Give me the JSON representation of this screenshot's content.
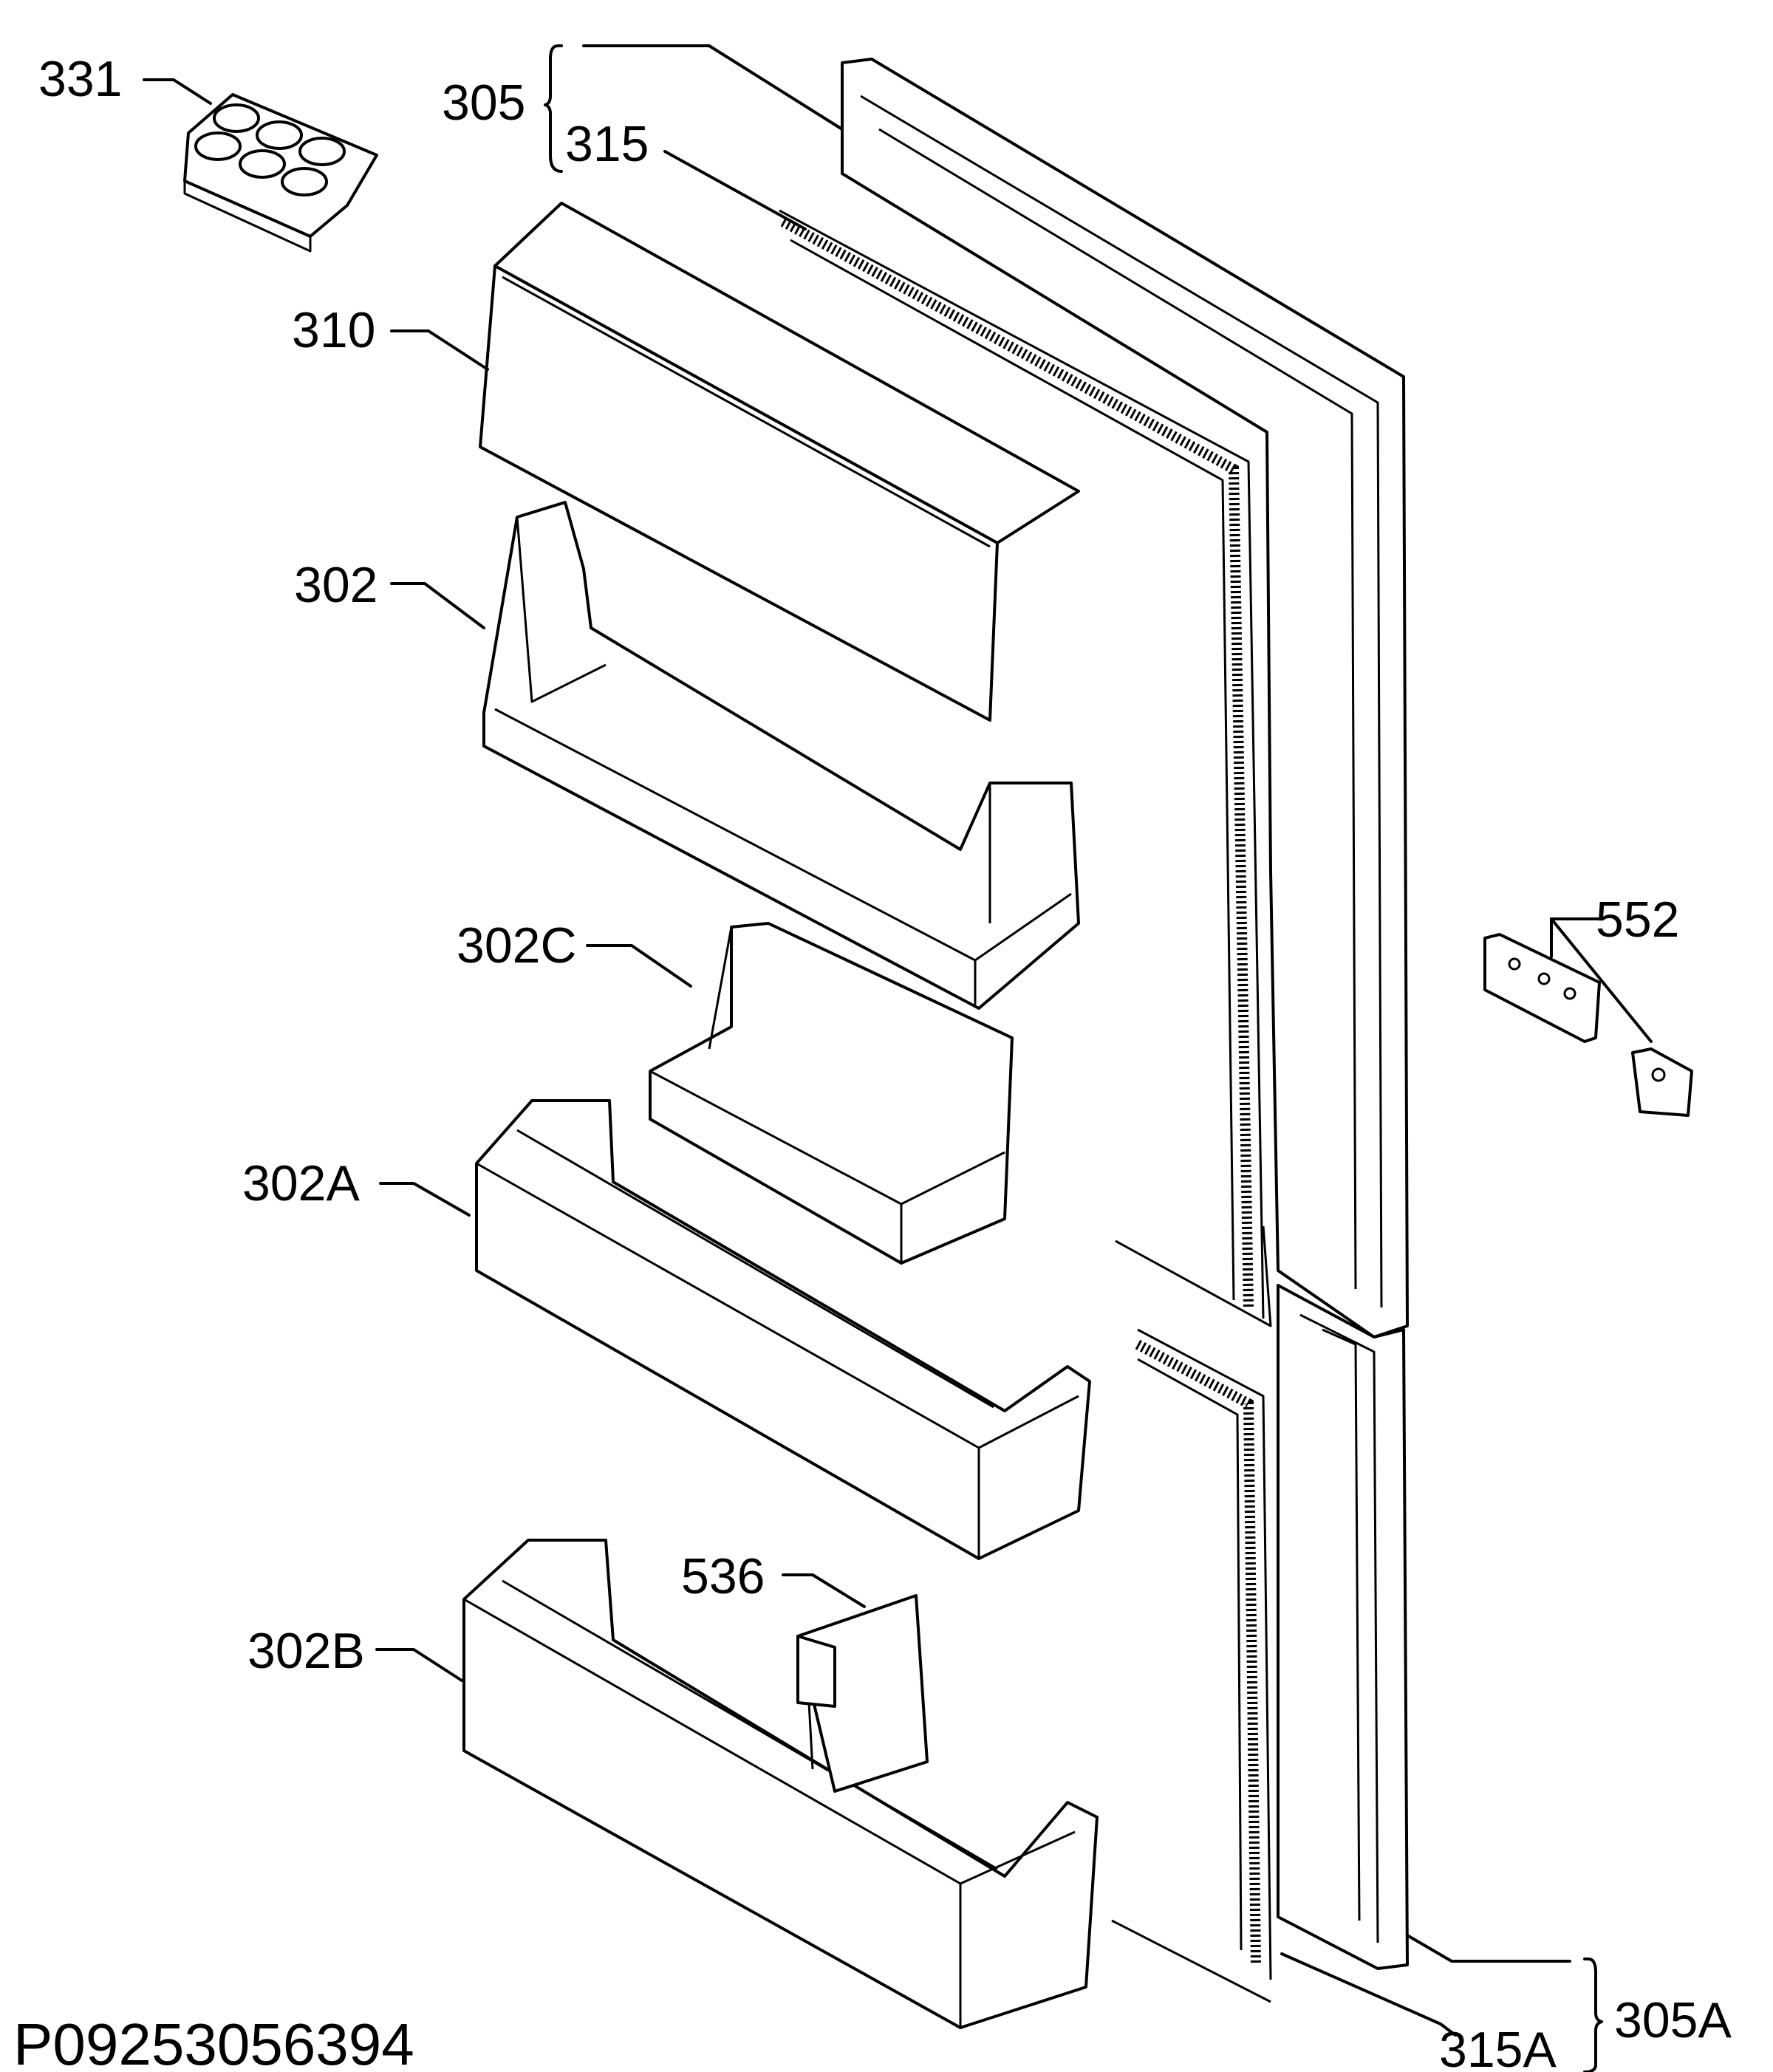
{
  "diagram": {
    "drawing_code": "P09253056394",
    "labels": {
      "p331": "331",
      "p305": "305",
      "p315": "315",
      "p310": "310",
      "p302": "302",
      "p302c": "302C",
      "p302a": "302A",
      "p302b": "302B",
      "p536": "536",
      "p552": "552",
      "p305a": "305A",
      "p315a": "315A"
    },
    "colors": {
      "line": "#000000",
      "background": "#ffffff"
    }
  }
}
